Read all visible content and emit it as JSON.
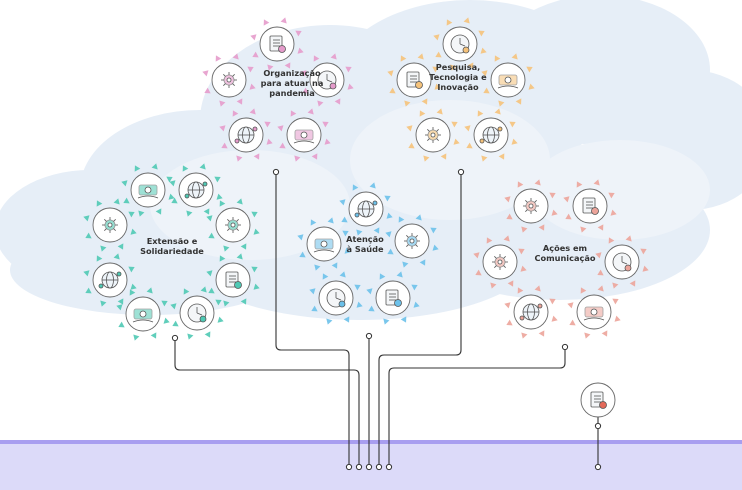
{
  "groups": [
    {
      "id": "organizacao",
      "label_lines": [
        "Organização",
        "para atuar na",
        "pandemia"
      ],
      "color": "#e59bcb",
      "icons": [
        "checklist-icon",
        "clock-gear-icon",
        "money-hand-icon",
        "globe-network-icon",
        "gear-cycle-icon"
      ]
    },
    {
      "id": "pesquisa",
      "label_lines": [
        "Pesquisa,",
        "Tecnologia e",
        "Inovação"
      ],
      "color": "#f5c27a",
      "icons": [
        "science-flask-icon",
        "report-chart-icon",
        "microscope-gear-icon",
        "building-icon",
        "dna-molecule-icon"
      ]
    },
    {
      "id": "extensao",
      "label_lines": [
        "Extensão e",
        "Solidariedade"
      ],
      "color": "#4fc9b4",
      "icons": [
        "face-mask-icon",
        "headset-person-icon",
        "group-people-icon",
        "hands-together-icon",
        "graduate-person-icon",
        "hand-gender-icon",
        "scales-icon",
        "food-basket-icon",
        "megaphone-icon"
      ]
    },
    {
      "id": "atencao",
      "label_lines": [
        "Atenção",
        "à Saúde"
      ],
      "color": "#6cc1ea",
      "icons": [
        "patient-bed-icon",
        "virus-lab-icon",
        "hospital-care-icon",
        "medicine-bottle-icon",
        "doctor-icon"
      ]
    },
    {
      "id": "comunicacao",
      "label_lines": [
        "Ações em",
        "Comunicação"
      ],
      "color": "#eca49a",
      "icons": [
        "presentation-icon",
        "newsletter-icon",
        "video-call-icon",
        "social-media-icon",
        "laptop-share-icon",
        "web-page-icon"
      ]
    }
  ],
  "standalone_icon": "document-report-icon",
  "colors": {
    "sky": "#dde8f4",
    "ground": "#dcdaf9",
    "ground_line": "#a89ef0",
    "branch": "#333333"
  }
}
